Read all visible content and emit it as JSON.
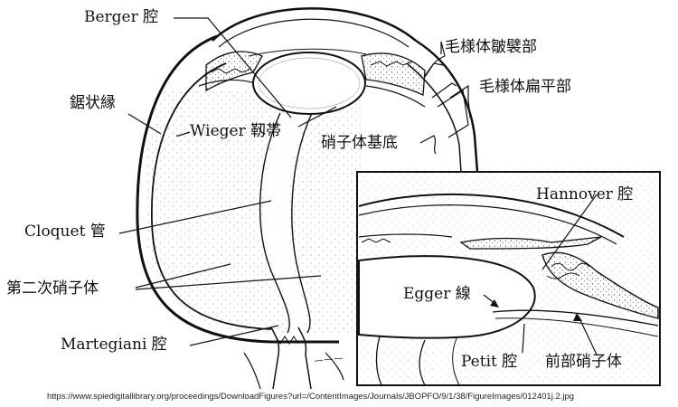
{
  "labels": {
    "berger": "Berger 腔",
    "ciliary_crown": "毛様体皺襞部",
    "ciliary_flat": "毛様体扁平部",
    "ora_serrata": "鋸状縁",
    "wieger": "Wieger 靱帯",
    "vitreous_base": "硝子体基底",
    "hannover": "Hannover 腔",
    "cloquet": "Cloquet 管",
    "secondary_vitreous": "第二次硝子体",
    "egger": "Egger 線",
    "martegiani": "Martegiani 腔",
    "petit": "Petit 腔",
    "anterior_vitreous": "前部硝子体"
  },
  "source_url": "https://www.spiedigitallibrary.org/proceedings/DownloadFigures?url=/ContentImages/Journals/JBOPFO/9/1/38/FigureImages/012401j.2.jpg"
}
